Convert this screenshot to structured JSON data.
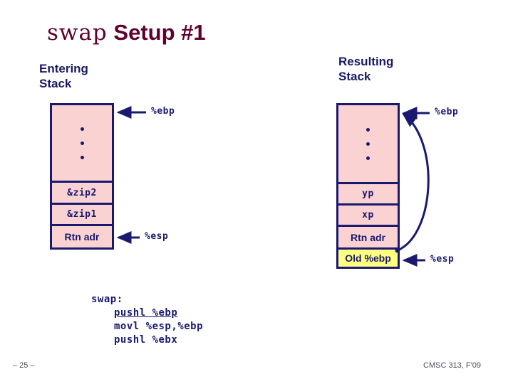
{
  "slide": {
    "title_mono": "swap",
    "title_sans": " Setup #1"
  },
  "left_stack": {
    "heading": "Entering\nStack",
    "cells": [
      {
        "text": "",
        "style": "region"
      },
      {
        "text": "&zip2",
        "style": "mono"
      },
      {
        "text": "&zip1",
        "style": "mono"
      },
      {
        "text": "Rtn adr",
        "style": "sans"
      }
    ],
    "pointers": {
      "ebp": "%ebp",
      "esp": "%esp"
    }
  },
  "right_stack": {
    "heading": "Resulting\nStack",
    "cells": [
      {
        "text": "",
        "style": "region"
      },
      {
        "text": "yp",
        "style": "mono"
      },
      {
        "text": "xp",
        "style": "mono"
      },
      {
        "text": "Rtn adr",
        "style": "sans"
      },
      {
        "text": "Old %ebp",
        "style": "sans-highlight"
      }
    ],
    "pointers": {
      "ebp": "%ebp",
      "esp": "%esp"
    }
  },
  "code": {
    "line1": "swap:",
    "line2": "pushl %ebp",
    "line3": "movl %esp,%ebp",
    "line4": "pushl %ebx"
  },
  "footer": {
    "page": "– 25 –",
    "course": "CMSC 313, F'09"
  },
  "colors": {
    "title": "#600030",
    "ink": "#191970",
    "cell_fill": "#fad2d2",
    "highlight_fill": "#ffff80",
    "footer": "#4d4d5c"
  }
}
